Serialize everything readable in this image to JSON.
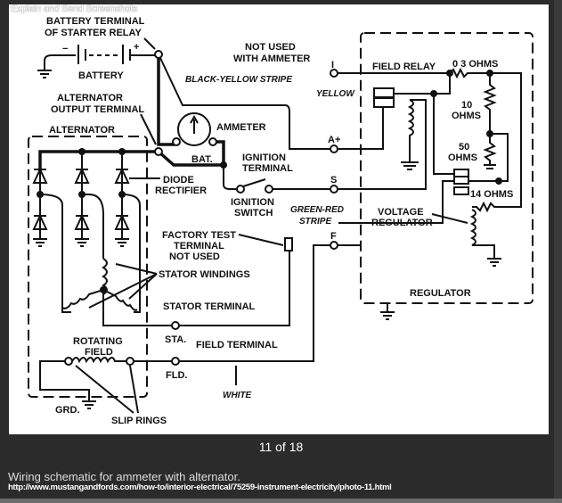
{
  "watermark": "Explain and Send Screenshots",
  "counter": "11 of 18",
  "caption": "Wiring schematic for ammeter with alternator.",
  "url": "http://www.mustangandfords.com/how-to/interior-electrical/75259-instrument-electricity/photo-11.html",
  "diagram": {
    "battery_terminal_1": "BATTERY TERMINAL",
    "battery_terminal_2": "OF STARTER RELAY",
    "battery": "BATTERY",
    "minus": "−",
    "plus": "+",
    "not_used_1": "NOT USED",
    "not_used_2": "WITH AMMETER",
    "i_terminal": "I",
    "black_yellow": "BLACK-YELLOW STRIPE",
    "yellow": "YELLOW",
    "alt_output_1": "ALTERNATOR",
    "alt_output_2": "OUTPUT TERMINAL",
    "alternator": "ALTERNATOR",
    "ammeter": "AMMETER",
    "bat": "BAT.",
    "a_plus": "A+",
    "ignition_terminal_1": "IGNITION",
    "ignition_terminal_2": "TERMINAL",
    "diode_1": "DIODE",
    "diode_2": "RECTIFIER",
    "ignition_switch_1": "IGNITION",
    "ignition_switch_2": "SWITCH",
    "s_terminal": "S",
    "green_red_1": "GREEN-RED",
    "green_red_2": "STRIPE",
    "factory_1": "FACTORY TEST",
    "factory_2": "TERMINAL",
    "factory_3": "NOT USED",
    "f_terminal": "F",
    "stator_windings": "STATOR WINDINGS",
    "stator_terminal": "STATOR TERMINAL",
    "sta": "STA.",
    "field_terminal": "FIELD TERMINAL",
    "rotating_1": "ROTATING",
    "rotating_2": "FIELD",
    "fld": "FLD.",
    "white": "WHITE",
    "grd": "GRD.",
    "slip_rings": "SLIP RINGS",
    "field_relay": "FIELD RELAY",
    "ohms_03": "0 3 OHMS",
    "ohms_10_1": "10",
    "ohms_10_2": "OHMS",
    "ohms_50_1": "50",
    "ohms_50_2": "OHMS",
    "ohms_14": "14 OHMS",
    "voltage_reg_1": "VOLTAGE",
    "voltage_reg_2": "REGULATOR",
    "regulator": "REGULATOR"
  }
}
